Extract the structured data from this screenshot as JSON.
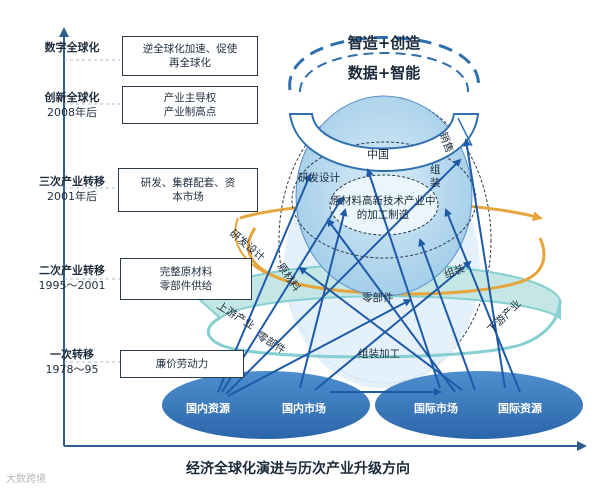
{
  "stages": [
    {
      "name": "数字全球化",
      "period": ""
    },
    {
      "name": "创新全球化",
      "period": "2008年后"
    },
    {
      "name": "三次产业转移",
      "period": "2001年后"
    },
    {
      "name": "二次产业转移",
      "period": "1995～2001"
    },
    {
      "name": "一次转移",
      "period": "1978～95"
    }
  ],
  "stage_boxes": [
    {
      "line1": "逆全球化加速、促使",
      "line2": "再全球化"
    },
    {
      "line1": "产业主导权",
      "line2": "产业制高点"
    },
    {
      "line1": "研发、集群配套、资",
      "line2": "本市场"
    },
    {
      "line1": "完整原材料",
      "line2": "零部件供给"
    },
    {
      "line1": "廉价劳动力",
      "line2": ""
    }
  ],
  "top_arc": {
    "line1": "智造+创造",
    "line2": "数据+智能"
  },
  "domestic": {
    "resources": "国内资源",
    "market": "国内市场"
  },
  "international": {
    "market": "国际市场",
    "resources": "国际资源"
  },
  "inner": {
    "china": "中国",
    "core_line1": "原材料高新技术产业中",
    "core_line2": "的加工制造",
    "rd_design": "研发设计",
    "sales": "销售",
    "assembly_vertical": "组装"
  },
  "bands": {
    "rd_design": "研发设计",
    "raw_materials": "原材料",
    "components": "零部件",
    "assembly": "组装",
    "upstream": "上游产业",
    "parts": "零部件",
    "assembly_processing": "组装加工",
    "downstream": "下游产业"
  },
  "caption": "经济全球化演进与历次产业升级方向",
  "watermark": "大数跨境",
  "colors": {
    "blue": "#2e6fb0",
    "dark_blue": "#1e5aa8",
    "orange": "#e6a43a",
    "teal": "#86cfd0",
    "light_blue": "#c7e2f3",
    "axis": "#2f5e8e"
  }
}
